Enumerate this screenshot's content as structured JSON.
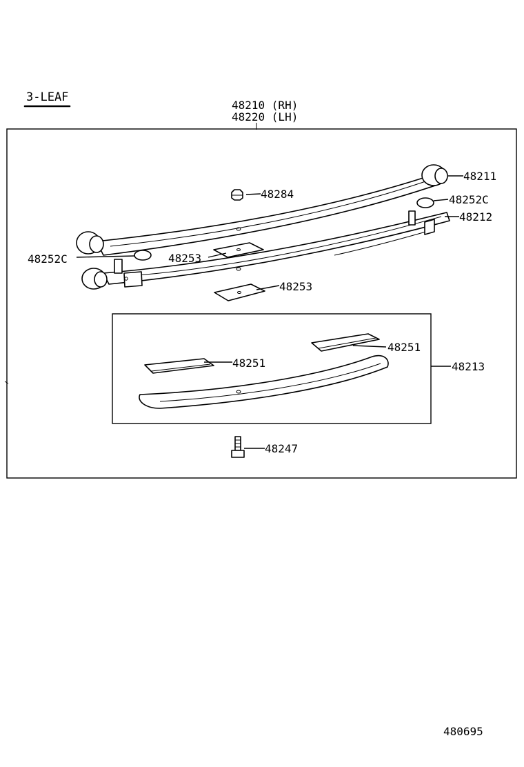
{
  "diagram": {
    "variant_label": "3-LEAF",
    "assembly_number_rh": "48210 (RH)",
    "assembly_number_lh": "48220 (LH)",
    "parts": {
      "leaf_no1": "48211",
      "silencer_upper_right": "48252C",
      "leaf_no2": "48212",
      "nut": "48284",
      "silencer_left": "48252C",
      "insert_upper": "48253",
      "insert_lower": "48253",
      "insert_right": "48251",
      "insert_left": "48251",
      "leaf_no3_set": "48213",
      "center_bolt": "48247"
    },
    "illustration_number": "480695"
  }
}
